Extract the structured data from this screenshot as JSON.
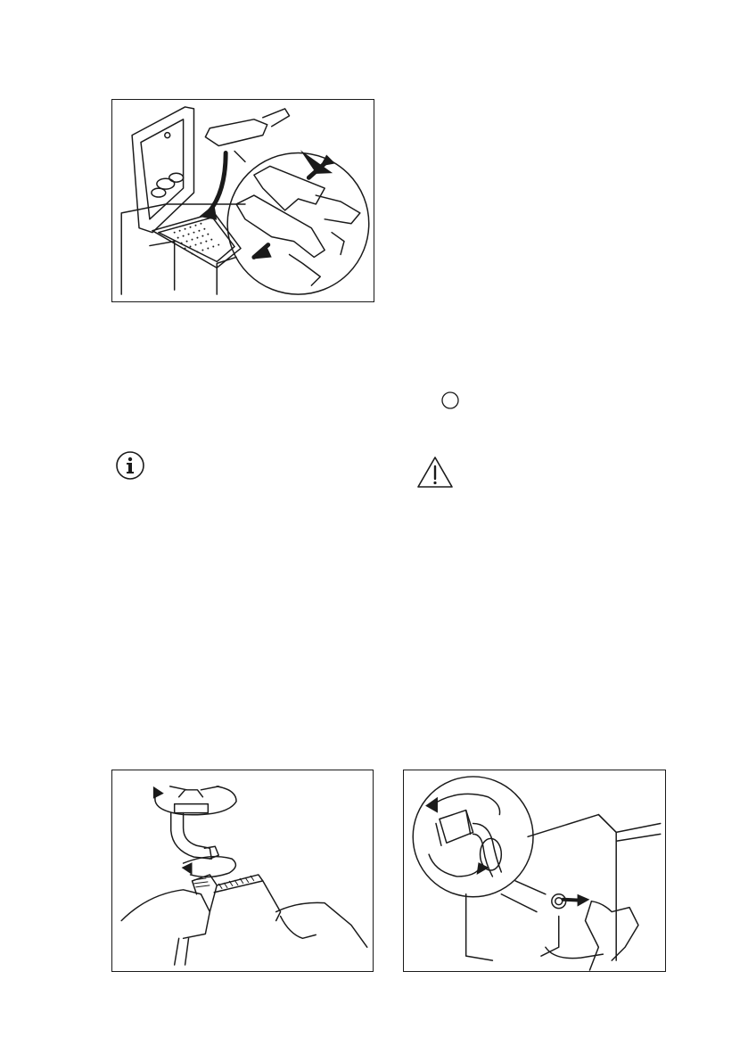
{
  "page": {
    "figures": [
      {
        "id": "dispenser-removal",
        "icon": "detergent-dispenser-illustration"
      },
      {
        "id": "tap-filter-cleaning",
        "icon": "tap-hose-filter-illustration"
      },
      {
        "id": "inlet-hose-removal",
        "icon": "inlet-hose-illustration"
      }
    ],
    "icons": {
      "info": "info-icon",
      "warning": "warning-icon",
      "circle": "circle-icon"
    },
    "colors": {
      "line": "#1a1a1a",
      "background": "#ffffff"
    }
  }
}
